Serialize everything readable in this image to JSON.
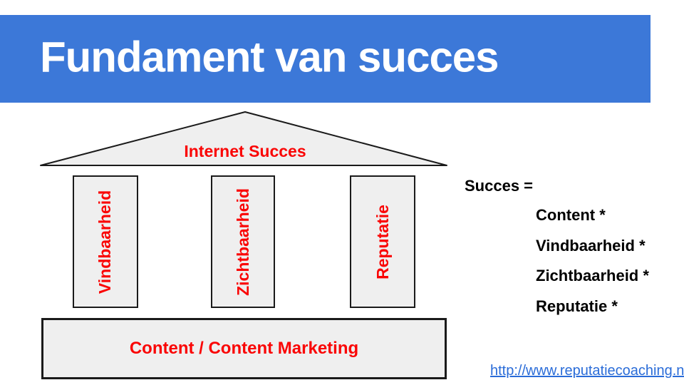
{
  "header": {
    "title": "Fundament van succes"
  },
  "diagram": {
    "roof_label": "Internet Succes",
    "pillars": [
      "Vindbaarheid",
      "Zichtbaarheid",
      "Reputatie"
    ],
    "base_label": "Content / Content Marketing"
  },
  "equation": {
    "lead": "Succes =",
    "terms": [
      "Content *",
      "Vindbaarheid *",
      "Zichtbaarheid *",
      "Reputatie *"
    ]
  },
  "footer": {
    "link": "http://www.reputatiecoaching.nl"
  },
  "colors": {
    "banner": "#3c78d8",
    "red": "#fa0505",
    "fill": "#efefef",
    "border": "#1a1a1a",
    "link": "#2a6cd8"
  }
}
